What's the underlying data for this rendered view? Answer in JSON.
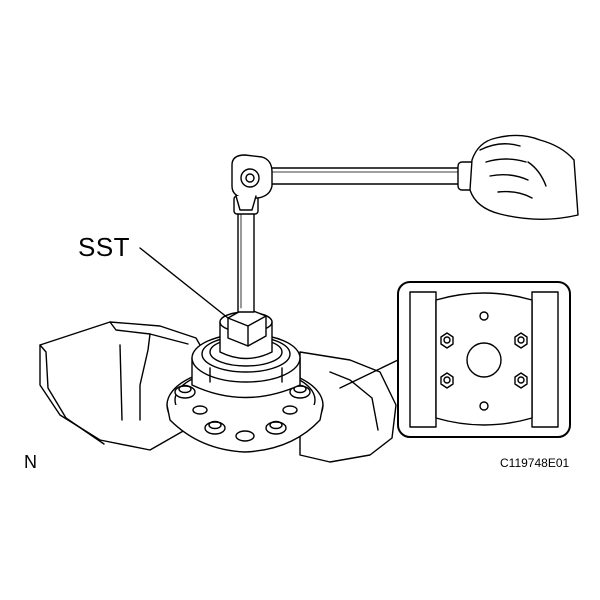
{
  "labels": {
    "tool": "SST",
    "marker": "N",
    "figure_code": "C119748E01"
  },
  "colors": {
    "line": "#000000",
    "fill": "#ffffff",
    "shade": "#e6e6e6"
  }
}
